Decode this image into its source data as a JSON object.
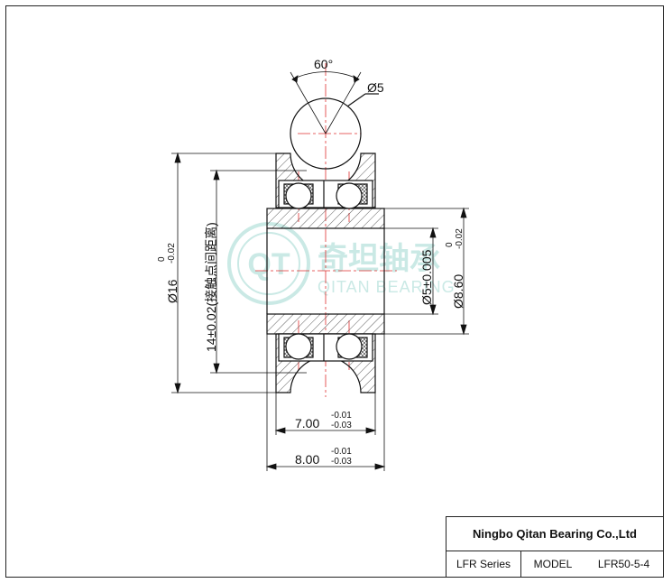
{
  "drawing": {
    "angle_label": "60°",
    "ball_dia_label": "Ø5",
    "outer_dia_label": "Ø16",
    "outer_dia_tol_upper": "0",
    "outer_dia_tol_lower": "-0.02",
    "contact_distance_label": "14±0.02(接触点间距离)",
    "bore_label": "Ø5±0.005",
    "inner_dia_label": "Ø8.60",
    "inner_dia_tol_upper": "0",
    "inner_dia_tol_lower": "-0.02",
    "width_inner_label": "7.00",
    "width_inner_tol_upper": "-0.01",
    "width_inner_tol_lower": "-0.03",
    "width_outer_label": "8.00",
    "width_outer_tol_upper": "-0.01",
    "width_outer_tol_lower": "-0.03",
    "watermark_cn": "奇坦轴承",
    "watermark_en": "QITAN BEARING",
    "watermark_logo": "QT"
  },
  "title_block": {
    "company": "Ningbo Qitan Bearing Co.,Ltd",
    "series": "LFR Series",
    "model_label": "MODEL",
    "model_value": "LFR50-5-4"
  },
  "colors": {
    "line": "#111111",
    "center_line": "#e03030",
    "watermark": "#9fd8d0"
  }
}
